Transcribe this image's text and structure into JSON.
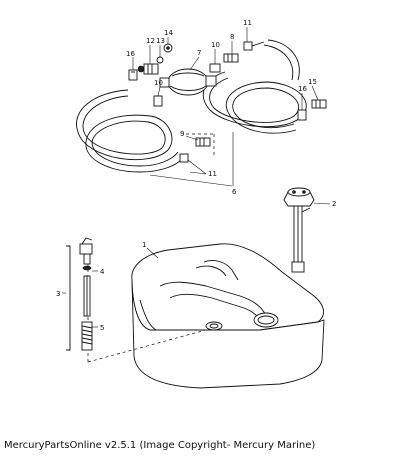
{
  "caption": "MercuryPartsOnline v2.5.1 (Image Copyright- Mercury Marine)",
  "callouts": {
    "c1": "1",
    "c2": "2",
    "c3": "3",
    "c4": "4",
    "c5": "5",
    "c6": "6",
    "c7": "7",
    "c8": "8",
    "c9": "9",
    "c10a": "10",
    "c10b": "10",
    "c11a": "11",
    "c11b": "11",
    "c12": "12",
    "c13": "13",
    "c14": "14",
    "c15": "15",
    "c16a": "16",
    "c16b": "16"
  }
}
